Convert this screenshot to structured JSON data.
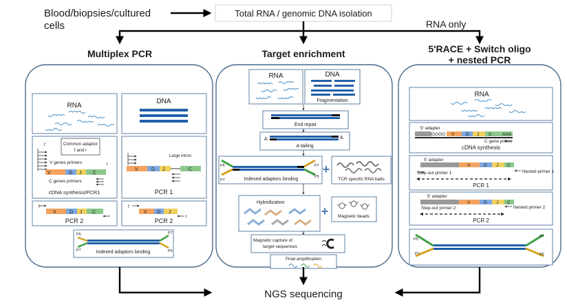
{
  "colors": {
    "v": "#f4a460",
    "d": "#7fa8e0",
    "j": "#f0d060",
    "c": "#8cc88c",
    "strand": "#1f5fa8",
    "p5": "#d4a020",
    "p7": "#3aa040",
    "wave": "#4a8ec4"
  },
  "top": {
    "source": "Blood/biopsies/cultured cells",
    "isolation": "Total RNA / genomic DNA isolation",
    "rna_only": "RNA only"
  },
  "columns": {
    "multiplex": {
      "title": "Multiplex PCR",
      "rna": "RNA",
      "dna": "DNA",
      "common_adaptor": "Common adaptor f and r",
      "v_primers": "V genes primers",
      "c_primers": "C genes primers",
      "cdna_pcr1": "cDNA synthesis/PCR1",
      "large_intron": "Large intron",
      "pcr1": "PCR 1",
      "pcr2_a": "PCR 2",
      "pcr2_b": "PCR 2",
      "indexed": "Indexed adaptors binding"
    },
    "target": {
      "title": "Target enrichment",
      "rna": "RNA",
      "dna": "DNA",
      "fragmentation": "Fragmentation",
      "end_repair": "End repair",
      "a_tailing": "A-tailing",
      "indexed": "Indexed adaptors binding",
      "baits": "TCR specific RNA baits",
      "hybridization": "Hybridization",
      "beads": "Magnetic beads",
      "capture": "Magnetic capture of target sequences",
      "final": "Final amplification"
    },
    "race": {
      "title": "5'RACE + Switch oligo + nested PCR",
      "rna": "RNA",
      "adapter": "5' adapter",
      "gggg": "GGGG",
      "aaa": "AAA",
      "c_gene_primer": "C gene primer",
      "cdna": "cDNA synthesis",
      "step_out_1": "Step-out primer 1",
      "nested_1": "Nested primer 1",
      "pcr1": "PCR 1",
      "step_out_2": "Step-out primer 2",
      "nested_2": "Nested primer 2",
      "pcr2": "PCR 2"
    }
  },
  "bottom": "NGS sequencing",
  "segments": {
    "v": "V",
    "d": "D",
    "j": "J",
    "c": "C",
    "f": "f",
    "r": "r",
    "a": "A",
    "p5": "P5",
    "p7": "P7"
  }
}
